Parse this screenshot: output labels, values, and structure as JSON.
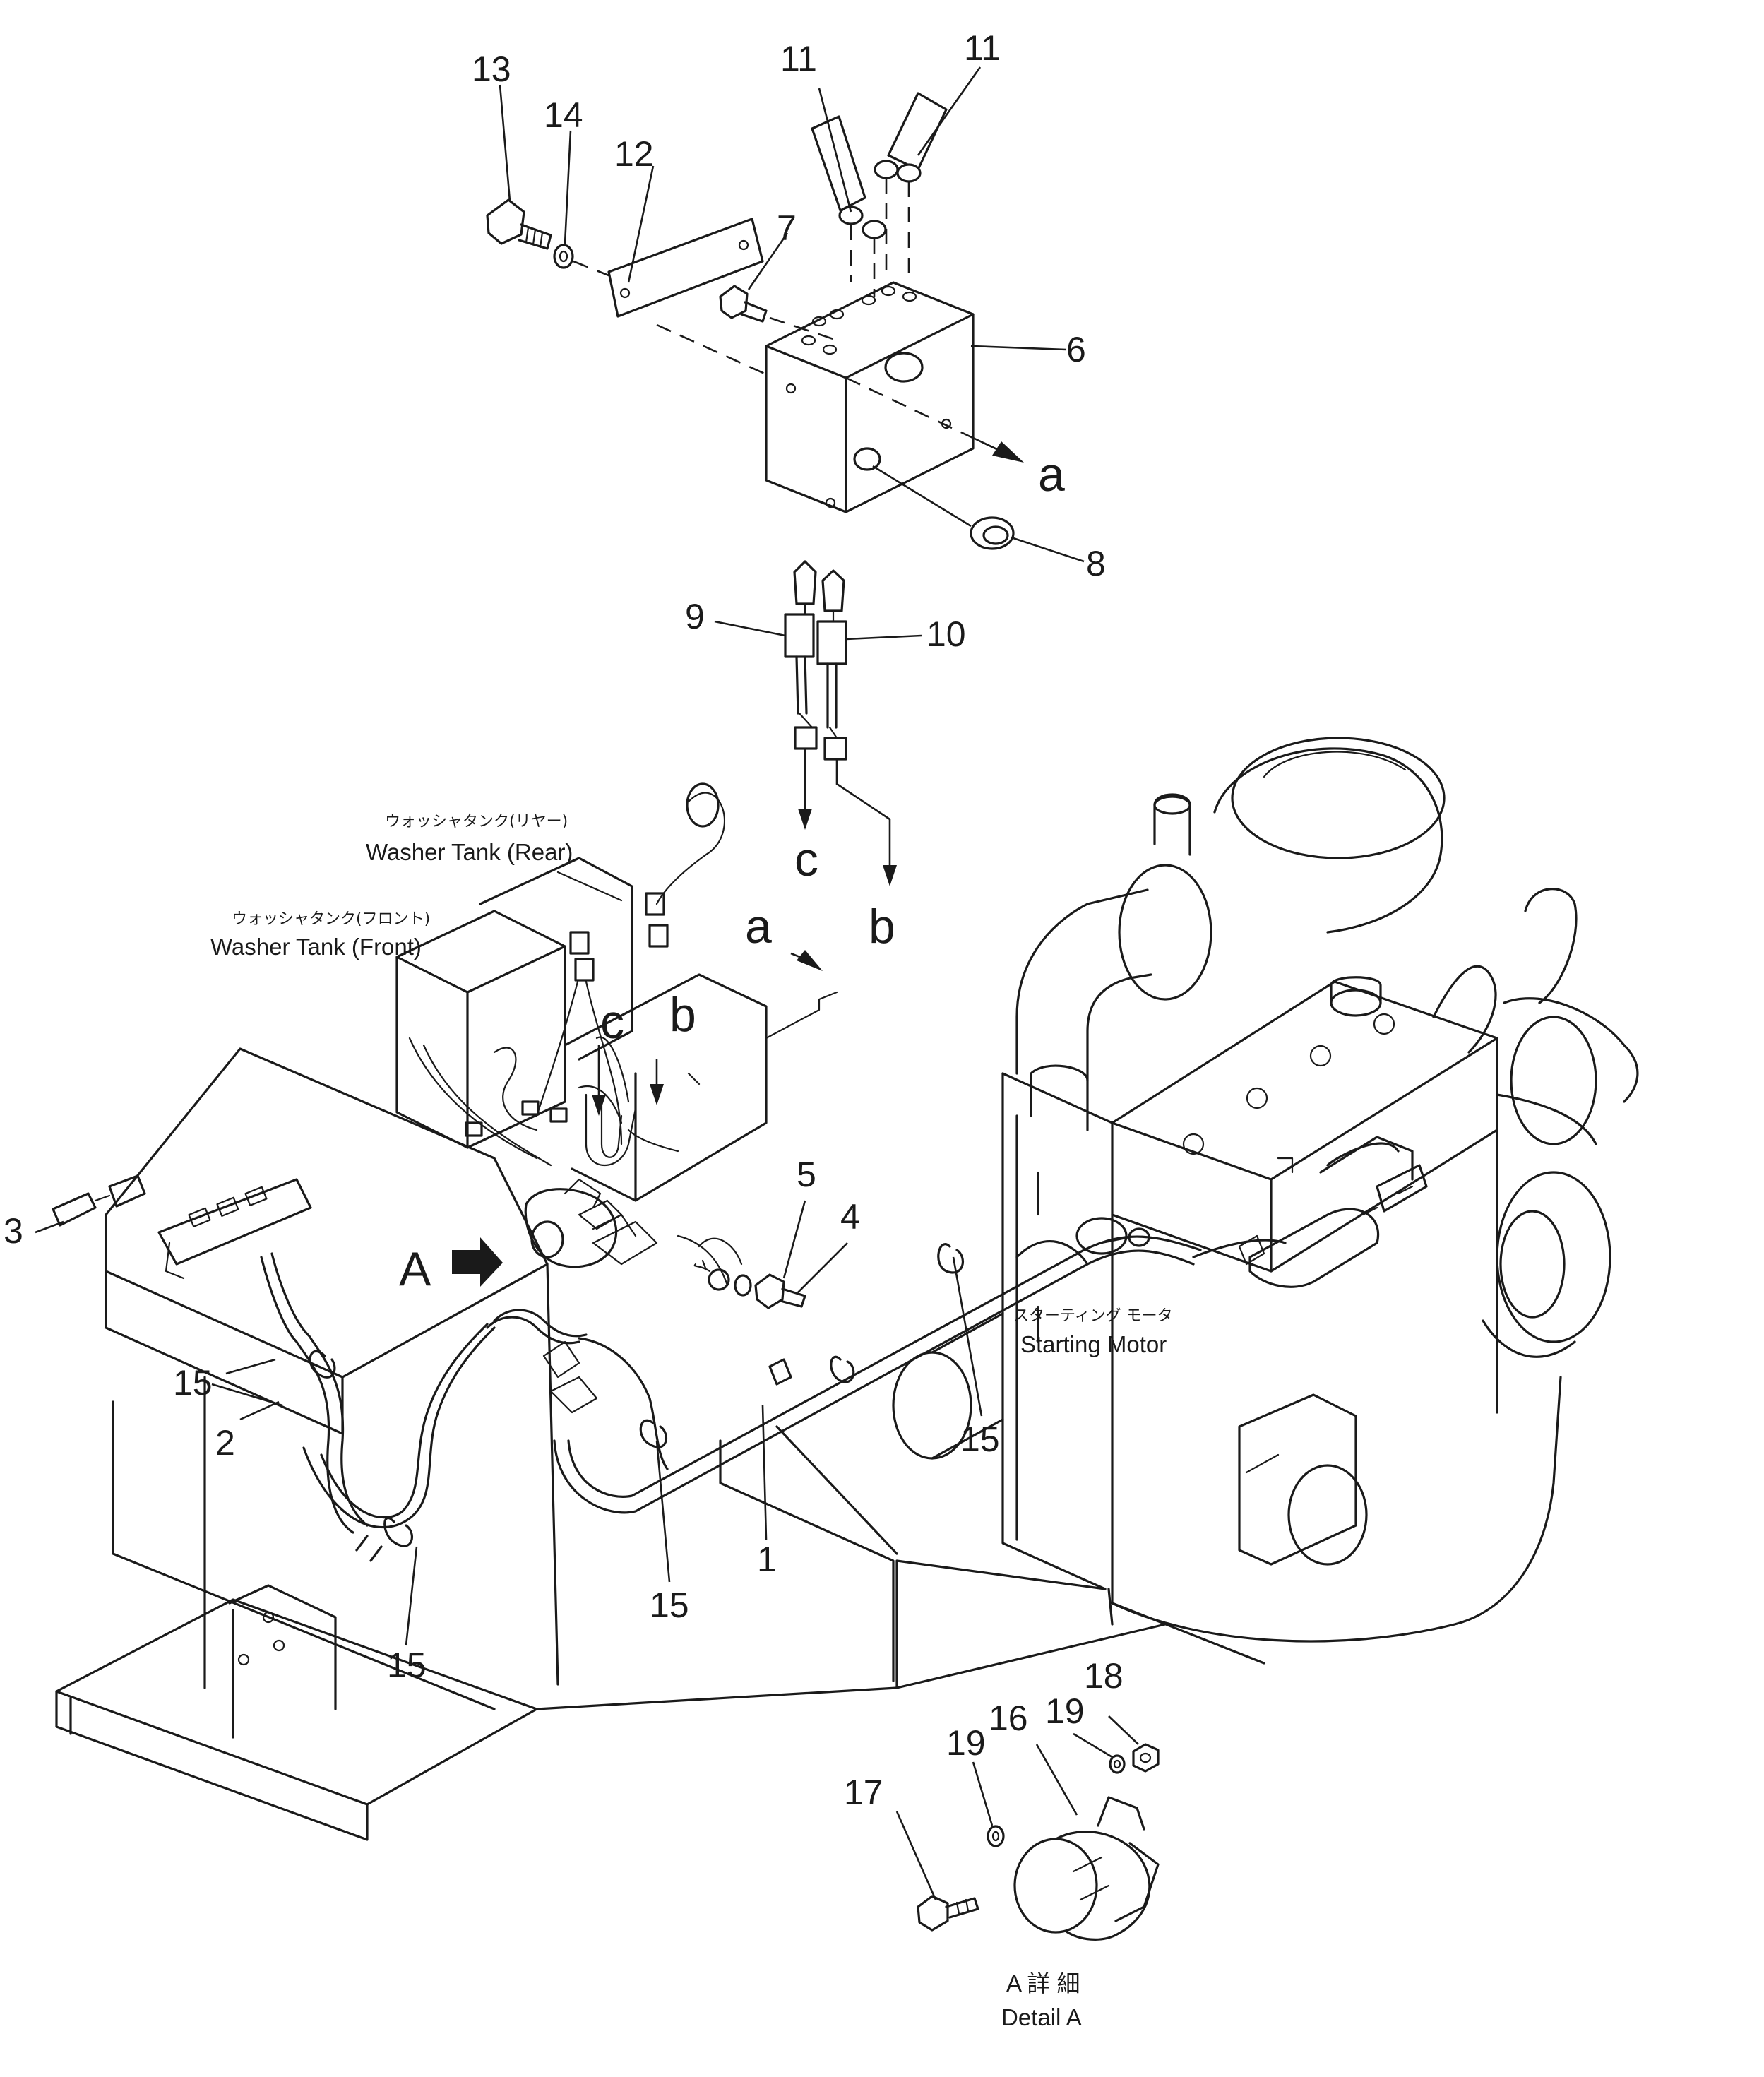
{
  "callouts": {
    "n1": "1",
    "n2": "2",
    "n3": "3",
    "n4": "4",
    "n5": "5",
    "n6": "6",
    "n7": "7",
    "n8": "8",
    "n9": "9",
    "n10": "10",
    "n11": "11",
    "n12": "12",
    "n13": "13",
    "n14": "14",
    "n15": "15",
    "n16": "16",
    "n17": "17",
    "n18": "18",
    "n19": "19"
  },
  "connections": {
    "a": "a",
    "b": "b",
    "c": "c"
  },
  "detail_marker": "A",
  "labels": {
    "washer_rear_jp": "ウォッシャタンク(リヤー)",
    "washer_rear_en": "Washer Tank (Rear)",
    "washer_front_jp": "ウォッシャタンク(フロント)",
    "washer_front_en": "Washer Tank (Front)",
    "starting_motor_jp": "スターティング モータ",
    "starting_motor_en": "Starting Motor",
    "detail_a_jp": "A 詳 細",
    "detail_a_en": "Detail A"
  }
}
